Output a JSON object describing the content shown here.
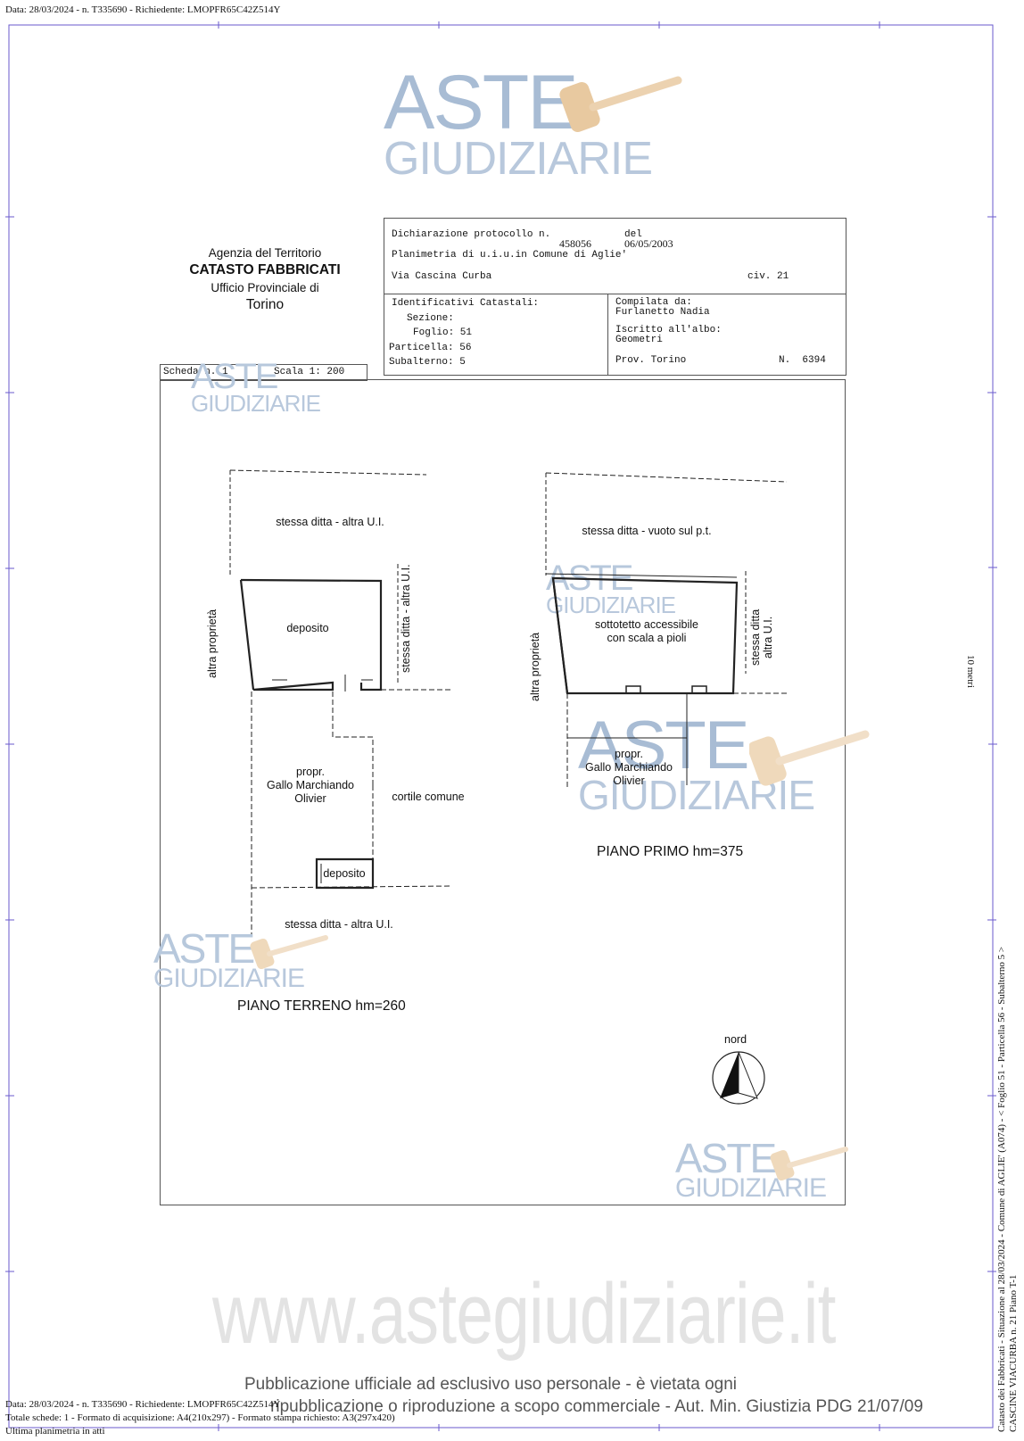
{
  "header_line": "Data: 28/03/2024 - n. T335690 - Richiedente: LMOPFR65C42Z514Y",
  "watermark": {
    "aste": "ASTE",
    "giudiziarie": "GIUDIZIARIE",
    "url": "www.astegiudiziarie.it",
    "notice_line1": "Pubblicazione ufficiale ad esclusivo uso personale - è vietata ogni",
    "notice_line2": "ripubblicazione o riproduzione a scopo commerciale - Aut. Min. Giustizia PDG 21/07/09"
  },
  "agency": {
    "line1": "Agenzia del Territorio",
    "line2": "CATASTO FABBRICATI",
    "line3": "Ufficio Provinciale di",
    "line4": "Torino"
  },
  "declaration": {
    "label": "Dichiarazione protocollo n.",
    "protocol_no": "458056",
    "del_label": "del",
    "date": "06/05/2003",
    "planimetry": "Planimetria di u.i.u.in Comune di Aglie'",
    "address": "Via Cascina Curba",
    "civ": "civ. 21"
  },
  "identifiers": {
    "title": "Identificativi Catastali:",
    "sezione": "Sezione:",
    "foglio": "Foglio: 51",
    "particella": "Particella: 56",
    "subalterno": "Subalterno: 5"
  },
  "compiled": {
    "label": "Compilata da:",
    "name": "Furlanetto Nadia",
    "albo_label": "Iscritto all'albo:",
    "albo": "Geometri",
    "prov": "Prov. Torino",
    "number": "N.  6394"
  },
  "scheda": "Scheda n. 1",
  "scala": "Scala 1: 200",
  "ground_floor": {
    "top_neighbor": "stessa ditta - altra U.I.",
    "deposito": "deposito",
    "left_side": "altra proprietà",
    "right_side": "stessa ditta - altra U.I.",
    "owner_l1": "propr.",
    "owner_l2": "Gallo Marchiando",
    "owner_l3": "Olivier",
    "courtyard": "cortile comune",
    "small_deposito": "deposito",
    "bottom_neighbor": "stessa ditta - altra U.I.",
    "title": "PIANO TERRENO hm=260"
  },
  "first_floor": {
    "top_neighbor": "stessa ditta - vuoto sul p.t.",
    "attic_l1": "sottotetto accessibile",
    "attic_l2": "con scala a pioli",
    "left_side": "altra proprietà",
    "right_side_l1": "stessa ditta",
    "right_side_l2": "altra U.I.",
    "owner_l1": "propr.",
    "owner_l2": "Gallo Marchiando",
    "owner_l3": "Olivier",
    "title": "PIANO PRIMO hm=375"
  },
  "north_label": "nord",
  "scale_bar_label": "10 metri",
  "side_text_line1": "Catasto dei Fabbricati - Situazione al 28/03/2024 - Comune di AGLIE' (A074) - < Foglio 51 - Particella 56 - Subalterno 5 >",
  "side_text_line2": "CASCINE VIACURBA n. 21 Piano T-1",
  "footer": {
    "line1": "Data: 28/03/2024 - n. T335690 - Richiedente: LMOPFR65C42Z514Y",
    "line2": "Totale schede: 1 - Formato di acquisizione: A4(210x297) - Formato stampa richiesto: A3(297x420)",
    "line3": "Ultima planimetria in atti"
  }
}
